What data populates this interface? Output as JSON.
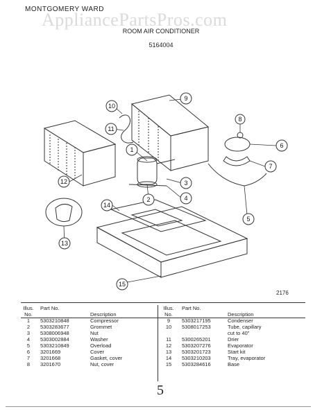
{
  "header": {
    "brand": "MONTGOMERY WARD",
    "watermark": "AppliancePartsPros.com",
    "title": "ROOM AIR CONDITIONER",
    "model": "5164004"
  },
  "diagram": {
    "reference_number": "2176",
    "callouts": [
      "1",
      "2",
      "3",
      "4",
      "5",
      "6",
      "7",
      "8",
      "9",
      "10",
      "11",
      "12",
      "13",
      "14",
      "15"
    ]
  },
  "table": {
    "headers": {
      "illus_no": "Illus. No.",
      "part_no": "Part No.",
      "description": "Description"
    },
    "left_rows": [
      {
        "illus": "1",
        "part": "5303210848",
        "desc": "Compressor"
      },
      {
        "illus": "2",
        "part": "5303283677",
        "desc": "Grommet"
      },
      {
        "illus": "3",
        "part": "5308006948",
        "desc": "Nut"
      },
      {
        "illus": "4",
        "part": "5303002884",
        "desc": "Washer"
      },
      {
        "illus": "5",
        "part": "5303210849",
        "desc": "Overload"
      },
      {
        "illus": "6",
        "part": "3201669",
        "desc": "Cover"
      },
      {
        "illus": "7",
        "part": "3201668",
        "desc": "Gasket, cover"
      },
      {
        "illus": "8",
        "part": "3201670",
        "desc": "Nut, cover"
      }
    ],
    "right_rows": [
      {
        "illus": "9",
        "part": "5303217195",
        "desc": "Condenser"
      },
      {
        "illus": "10",
        "part": "5308017253",
        "desc": "Tube, capillary"
      },
      {
        "illus": "",
        "part": "",
        "desc": "cut to 40\""
      },
      {
        "illus": "11",
        "part": "5300265201",
        "desc": "Drier"
      },
      {
        "illus": "12",
        "part": "5303207276",
        "desc": "Evaporator"
      },
      {
        "illus": "13",
        "part": "5303201723",
        "desc": "Start kit"
      },
      {
        "illus": "14",
        "part": "5303210203",
        "desc": "Tray, evaporator"
      },
      {
        "illus": "15",
        "part": "5303284616",
        "desc": "Base"
      }
    ]
  },
  "footer": {
    "handwritten_mark": "5"
  }
}
